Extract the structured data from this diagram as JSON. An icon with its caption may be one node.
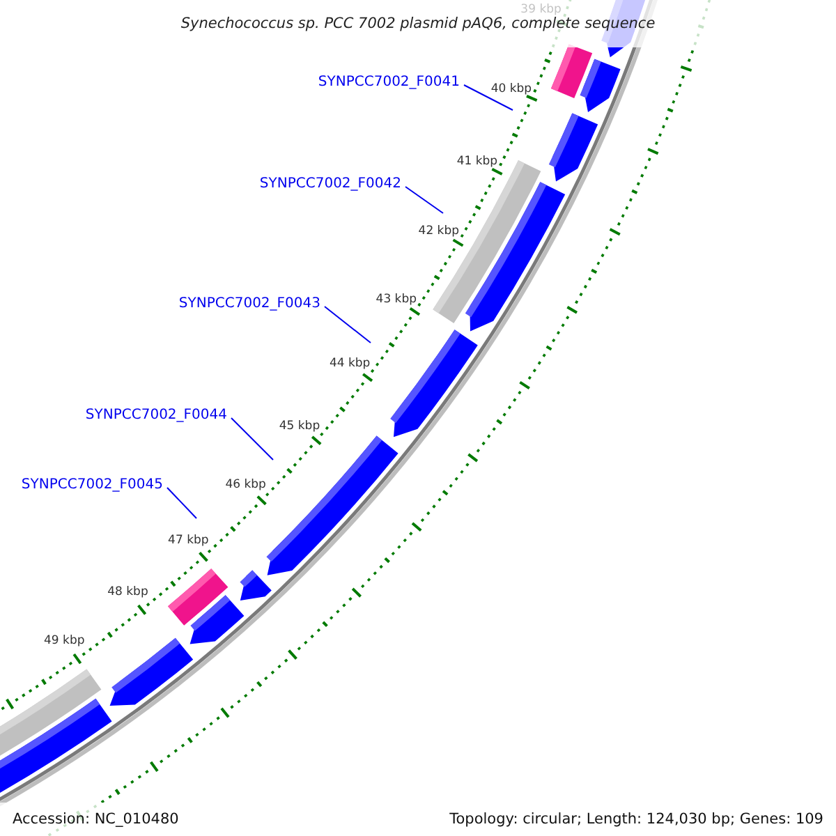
{
  "diagram": {
    "title": "Synechococcus sp. PCC 7002 plasmid pAQ6, complete sequence",
    "nodes": [
      {
        "text": [
          "SYNPCC7002_F0041"
        ]
      },
      {
        "text": [
          "SYNPCC7002_F0042"
        ]
      },
      {
        "text": [
          "SYNPCC7002_F0043"
        ]
      },
      {
        "text": [
          "SYNPCC7002_F0044"
        ]
      },
      {
        "text": [
          "SYNPCC7002_F0045"
        ]
      }
    ],
    "edges": [
      {
        "from": 0,
        "to": null,
        "arrow": "none"
      },
      {
        "from": 1,
        "to": null,
        "arrow": "none"
      },
      {
        "from": 2,
        "to": null,
        "arrow": "none"
      },
      {
        "from": 3,
        "to": null,
        "arrow": "none"
      },
      {
        "from": 4,
        "to": null,
        "arrow": "none"
      }
    ],
    "labels": [
      "39 kbp",
      "40 kbp",
      "41 kbp",
      "42 kbp",
      "43 kbp",
      "44 kbp",
      "45 kbp",
      "46 kbp",
      "47 kbp",
      "48 kbp",
      "49 kbp",
      "Accession: NC_010480",
      "Topology: circular; Length: 124,030 bp; Genes: 109"
    ]
  }
}
